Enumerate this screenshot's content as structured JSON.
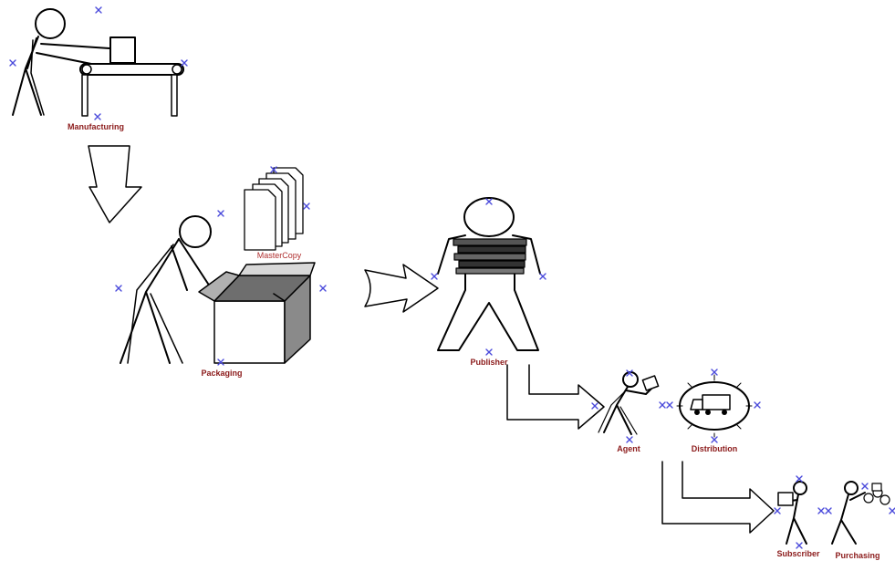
{
  "colors": {
    "label": "#8b1a1a",
    "label_light": "#b03030",
    "stroke": "#000000",
    "handle": "#4a4adb",
    "box_fill": "#9a9a9a",
    "box_dark": "#6e6e6e"
  },
  "labels": {
    "manufacturing": "Manufacturing",
    "master_copy": "MasterCopy",
    "packaging": "Packaging",
    "publisher": "Publisher",
    "agent": "Agent",
    "distribution": "Distribution",
    "subscriber": "Subscriber",
    "purchasing": "Purchasing"
  },
  "icons": [
    "worker-conveyor-icon",
    "stacked-documents-icon",
    "worker-box-icon",
    "person-books-icon",
    "running-agent-icon",
    "delivery-truck-icon",
    "subscriber-person-icon",
    "purchasing-person-icon",
    "flow-arrow-icon",
    "selection-handle-icon"
  ]
}
